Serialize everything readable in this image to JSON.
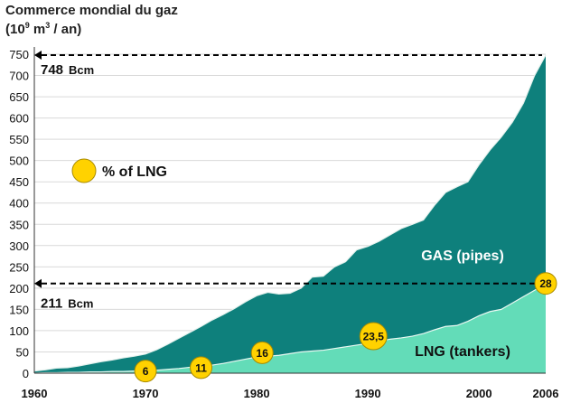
{
  "chart_data": {
    "type": "area",
    "title": "Commerce mondial du gaz",
    "ylabel": {
      "prefix": "(10",
      "exp1": "9",
      "mid": " m",
      "exp2": "3",
      "suffix": " / an)"
    },
    "xlim": [
      1960,
      2006
    ],
    "ylim": [
      0,
      750
    ],
    "yticks": [
      0,
      50,
      100,
      150,
      200,
      250,
      300,
      350,
      400,
      450,
      500,
      550,
      600,
      650,
      700,
      750
    ],
    "xticks": [
      "1960",
      "1970",
      "1980",
      "1990",
      "2000",
      "2006"
    ],
    "x": [
      1960,
      1961,
      1962,
      1963,
      1964,
      1965,
      1966,
      1967,
      1968,
      1969,
      1970,
      1971,
      1972,
      1973,
      1974,
      1975,
      1976,
      1977,
      1978,
      1979,
      1980,
      1981,
      1982,
      1983,
      1984,
      1985,
      1986,
      1987,
      1988,
      1989,
      1990,
      1991,
      1992,
      1993,
      1994,
      1995,
      1996,
      1997,
      1998,
      1999,
      2000,
      2001,
      2002,
      2003,
      2004,
      2005,
      2006
    ],
    "series": [
      {
        "name": "GAS (pipes)",
        "color": "#0e807c",
        "total": [
          5,
          8,
          12,
          13,
          17,
          22,
          27,
          31,
          36,
          40,
          45,
          55,
          68,
          82,
          96,
          110,
          125,
          138,
          152,
          168,
          182,
          190,
          186,
          188,
          200,
          226,
          228,
          250,
          262,
          290,
          298,
          310,
          325,
          340,
          350,
          360,
          395,
          425,
          438,
          450,
          490,
          525,
          555,
          590,
          635,
          700,
          748
        ]
      },
      {
        "name": "LNG (tankers)",
        "color": "#63dcb8",
        "values": [
          0,
          1,
          1,
          2,
          2,
          3,
          3,
          4,
          4,
          5,
          5,
          7,
          9,
          11,
          14,
          16,
          19,
          23,
          28,
          33,
          38,
          40,
          42,
          46,
          50,
          52,
          54,
          58,
          62,
          66,
          70,
          75,
          80,
          83,
          87,
          93,
          102,
          110,
          112,
          122,
          135,
          145,
          150,
          165,
          180,
          195,
          211
        ]
      }
    ],
    "annotations": {
      "top_value": {
        "text": "748",
        "unit": "Bcm",
        "value": 748
      },
      "lng_value": {
        "text": "211",
        "unit": "Bcm",
        "value": 211
      },
      "legend_label": "% of LNG",
      "gas_label": "GAS (pipes)",
      "lng_label": "LNG (tankers)"
    },
    "lng_share_markers": [
      {
        "year": 1970,
        "value": 5,
        "label": "6"
      },
      {
        "year": 1975,
        "value": 13,
        "label": "11"
      },
      {
        "year": 1980.5,
        "value": 48,
        "label": "16"
      },
      {
        "year": 1990.5,
        "value": 87,
        "label": "23,5"
      },
      {
        "year": 2006,
        "value": 211,
        "label": "28"
      }
    ],
    "marker_color": "#ffd200"
  }
}
